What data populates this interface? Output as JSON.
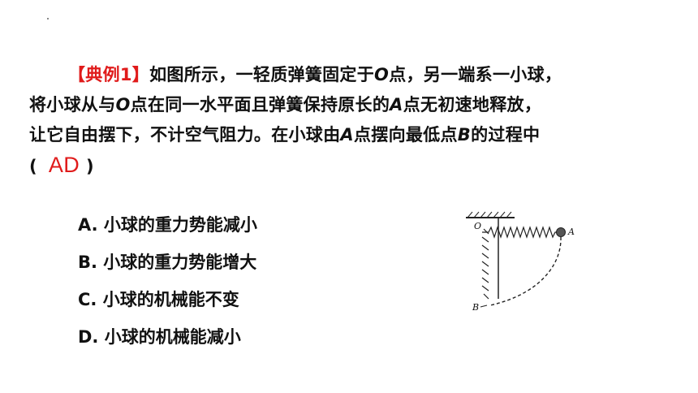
{
  "question": {
    "tag": "【典例1】",
    "line1_text": "如图所示，一轻质弹簧固定于",
    "point_O": "O",
    "line1_rest": "点，另一端系一小球，",
    "line2_a": "将小球从与",
    "line2_b": "点在同一水平面且弹簧保持原长的",
    "point_A": "A",
    "line2_c": "点无初速地释放，",
    "line3_a": "让它自由摆下，不计空气阻力。在小球由",
    "line3_b": "点摆向最低点",
    "point_B": "B",
    "line3_c": "的过程中",
    "paren_open": "(",
    "answer": "AD",
    "paren_close": ")"
  },
  "options": [
    {
      "label": "A. 小球的重力势能减小"
    },
    {
      "label": "B. 小球的重力势能增大"
    },
    {
      "label": "C. 小球的机械能不变"
    },
    {
      "label": "D. 小球的机械能减小"
    }
  ],
  "figure": {
    "label_O": "O",
    "label_A": "A",
    "label_B": "B"
  },
  "colors": {
    "accent_red": "#e01b1b",
    "text": "#111111"
  }
}
